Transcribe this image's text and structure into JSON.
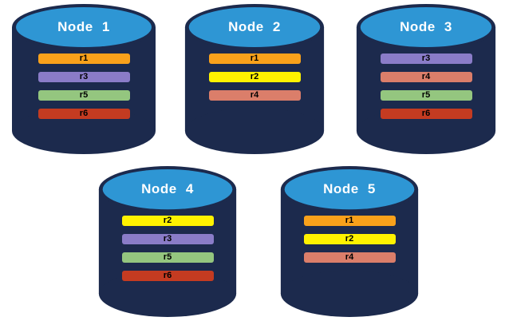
{
  "diagram": {
    "background": "#FFFFFF",
    "description_note": "Five database nodes with replicated partitions"
  },
  "colors": {
    "cylinder_body": "#1C2A4D",
    "cylinder_top": "#2E96D4",
    "title_text": "#FFFFFF",
    "bar_text": "#000000",
    "replica_palette": {
      "r1": "#F9A11B",
      "r2": "#FFF200",
      "r3": "#8A7CC8",
      "r4": "#DB7E6A",
      "r5": "#94C67F",
      "r6": "#C43B21"
    }
  },
  "nodes": [
    {
      "label": "Node 1",
      "replicas": [
        {
          "label": "r1",
          "color": "#F9A11B"
        },
        {
          "label": "r3",
          "color": "#8A7CC8"
        },
        {
          "label": "r5",
          "color": "#94C67F"
        },
        {
          "label": "r6",
          "color": "#C43B21"
        }
      ]
    },
    {
      "label": "Node 2",
      "replicas": [
        {
          "label": "r1",
          "color": "#F9A11B"
        },
        {
          "label": "r2",
          "color": "#FFF200"
        },
        {
          "label": "r4",
          "color": "#DB7E6A"
        }
      ]
    },
    {
      "label": "Node 3",
      "replicas": [
        {
          "label": "r3",
          "color": "#8A7CC8"
        },
        {
          "label": "r4",
          "color": "#DB7E6A"
        },
        {
          "label": "r5",
          "color": "#94C67F"
        },
        {
          "label": "r6",
          "color": "#C43B21"
        }
      ]
    },
    {
      "label": "Node 4",
      "replicas": [
        {
          "label": "r2",
          "color": "#FFF200"
        },
        {
          "label": "r3",
          "color": "#8A7CC8"
        },
        {
          "label": "r5",
          "color": "#94C67F"
        },
        {
          "label": "r6",
          "color": "#C43B21"
        }
      ]
    },
    {
      "label": "Node 5",
      "replicas": [
        {
          "label": "r1",
          "color": "#F9A11B"
        },
        {
          "label": "r2",
          "color": "#FFF200"
        },
        {
          "label": "r4",
          "color": "#DB7E6A"
        }
      ]
    }
  ]
}
